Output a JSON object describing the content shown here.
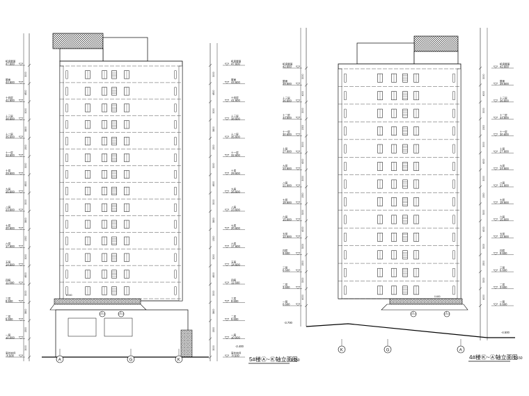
{
  "drawings": [
    {
      "title": "5#楼Ⓐ~Ⓚ轴立面图",
      "scale": "1:150",
      "axis_labels": [
        "A",
        "G",
        "K"
      ],
      "elevations": [
        {
          "label": "机房屋面",
          "value": "47.600"
        },
        {
          "label": "屋面",
          "value": "44.600"
        },
        {
          "label": "十四层",
          "value": "41.600"
        },
        {
          "label": "十三层",
          "value": "38.600"
        },
        {
          "label": "十二层",
          "value": "35.600"
        },
        {
          "label": "十一层",
          "value": "32.600"
        },
        {
          "label": "十层",
          "value": "29.600"
        },
        {
          "label": "九层",
          "value": "26.600"
        },
        {
          "label": "八层",
          "value": "23.600"
        },
        {
          "label": "七层",
          "value": "20.600"
        },
        {
          "label": "六层",
          "value": "17.600"
        },
        {
          "label": "五层",
          "value": "14.600"
        },
        {
          "label": "四层",
          "value": "11.600"
        },
        {
          "label": "三层",
          "value": "8.600"
        },
        {
          "label": "二层",
          "value": "5.600"
        },
        {
          "label": "一层",
          "value": "±0.000"
        },
        {
          "label": "室外地坪",
          "value": "-4.500"
        }
      ],
      "right_extra": "-2.400",
      "annotation": "6.000",
      "dims": [
        "3000",
        "4500",
        "3000",
        "3800",
        "1500"
      ],
      "callouts": [
        "1",
        "2"
      ]
    },
    {
      "title": "4#楼Ⓚ~Ⓐ轴立面图",
      "scale": "1:150",
      "axis_labels": [
        "K",
        "G",
        "A"
      ],
      "elevations": [
        {
          "label": "机房屋面",
          "value": "42.600"
        },
        {
          "label": "屋面",
          "value": "39.600"
        },
        {
          "label": "十三层",
          "value": "36.600"
        },
        {
          "label": "十二层",
          "value": "33.600"
        },
        {
          "label": "十一层",
          "value": "30.600"
        },
        {
          "label": "十层",
          "value": "27.600"
        },
        {
          "label": "九层",
          "value": "24.600"
        },
        {
          "label": "八层",
          "value": "21.600"
        },
        {
          "label": "七层",
          "value": "18.600"
        },
        {
          "label": "六层",
          "value": "15.600"
        },
        {
          "label": "五层",
          "value": "12.600"
        },
        {
          "label": "四层",
          "value": "9.600"
        },
        {
          "label": "三层",
          "value": "6.600"
        },
        {
          "label": "二层",
          "value": "3.600"
        },
        {
          "label": "一层",
          "value": "0.600"
        }
      ],
      "left_extra": "-3.700",
      "right_extra": "-4.500",
      "annotation": "0.600",
      "dims": [
        "3000",
        "4000",
        "3000",
        "1500"
      ],
      "callouts": [
        "1",
        "2"
      ]
    }
  ]
}
